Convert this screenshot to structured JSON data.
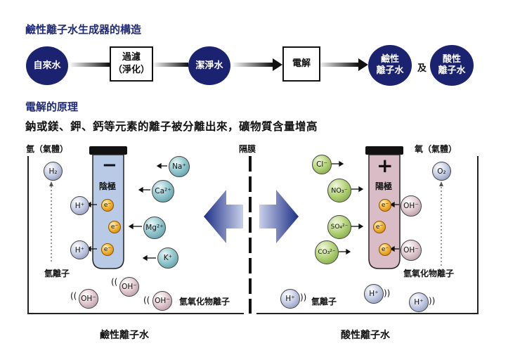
{
  "title": "鹼性離子水生成器的構造",
  "flow": {
    "tap": "自來水",
    "filter": "過濾\n（淨化）",
    "clean": "潔淨水",
    "electro": "電解",
    "alk": "鹼性\n離子水",
    "and": "及",
    "acid": "酸性\n離子水"
  },
  "principle_title": "電解的原理",
  "principle_sub": "鈉或鎂、鉀、鈣等元素的離子被分離出來，礦物質含量增高",
  "left": {
    "gas": "氫（氣體）",
    "h2": "H₂",
    "hplus": "H⁺",
    "electron": "e⁻",
    "electrode_sign": "−",
    "electrode": "陰極",
    "na": "Na⁺",
    "ca": "Ca²⁺",
    "mg": "Mg²⁺",
    "k": "K⁺",
    "hion_label": "氫離子",
    "oh": "OH⁻",
    "oh_label": "氫氧化物離子"
  },
  "membrane": "隔膜",
  "right": {
    "gas": "氧（氣體）",
    "o2": "O₂",
    "cl": "Cl⁻",
    "no3": "NO₃⁻",
    "so4": "SO₄²⁻",
    "co3": "CO₃²⁻",
    "electrode_sign": "+",
    "electrode": "陽極",
    "electron": "e⁻",
    "oh": "OH⁻",
    "oh_label": "氫氧化物離子",
    "hplus": "H⁺",
    "hion_label": "氫離子"
  },
  "bottom": {
    "alk": "鹼性離子水",
    "acid": "酸性離子水"
  },
  "colors": {
    "navy": "#1b2270",
    "title": "#1f2a78",
    "cathode": "#b9cae6",
    "anode": "#d9bcc6",
    "arrow": "#2c3c8e"
  }
}
